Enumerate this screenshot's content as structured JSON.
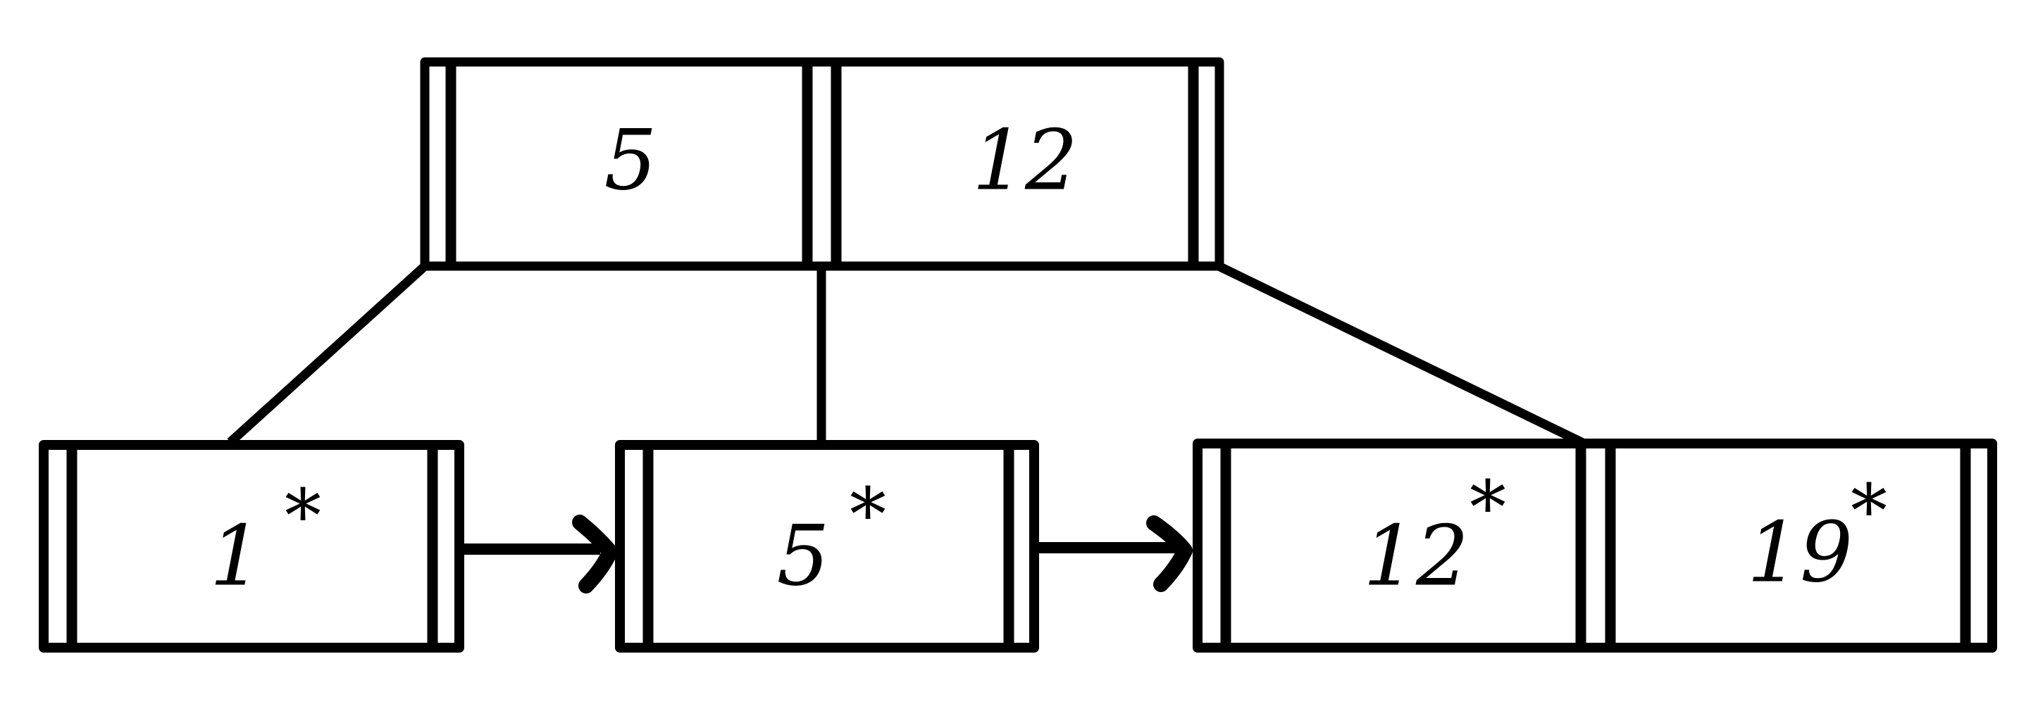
{
  "diagram": {
    "title": "B+ tree of order 3 with leaf sibling pointers",
    "type": "b-plus-tree",
    "background_color": "#ffffff",
    "ink_color": "#000000",
    "stroke_width": 11,
    "root": {
      "name": "root-node",
      "kind": "internal",
      "keys": [
        "5",
        "12"
      ],
      "pointer_slots": 3
    },
    "leaves": [
      {
        "name": "leaf-node-1",
        "kind": "leaf",
        "entries": [
          "1"
        ],
        "markers": [
          "*"
        ],
        "display": [
          "1 *"
        ]
      },
      {
        "name": "leaf-node-2",
        "kind": "leaf",
        "entries": [
          "5"
        ],
        "markers": [
          "*"
        ],
        "display": [
          "5*"
        ]
      },
      {
        "name": "leaf-node-3",
        "kind": "leaf",
        "entries": [
          "12",
          "19"
        ],
        "markers": [
          "*",
          "*"
        ],
        "display": [
          "12*",
          "19*"
        ]
      }
    ],
    "edges": [
      {
        "name": "root-to-leaf-1",
        "from": "root-node",
        "to": "leaf-node-1",
        "style": "diagonal"
      },
      {
        "name": "root-to-leaf-2",
        "from": "root-node",
        "to": "leaf-node-2",
        "style": "vertical"
      },
      {
        "name": "root-to-leaf-3",
        "from": "root-node",
        "to": "leaf-node-3",
        "style": "diagonal"
      }
    ],
    "sibling_arrows": [
      {
        "name": "leaf-1-to-leaf-2-arrow",
        "from": "leaf-node-1",
        "to": "leaf-node-2",
        "glyph": "arrow-right"
      },
      {
        "name": "leaf-2-to-leaf-3-arrow",
        "from": "leaf-node-2",
        "to": "leaf-node-3",
        "glyph": "arrow-right"
      }
    ]
  },
  "labels": {
    "root_key_1": "5",
    "root_key_2": "12",
    "leaf1_cell1": "1",
    "leaf1_star1": "*",
    "leaf2_cell1": "5",
    "leaf2_star1": "*",
    "leaf3_cell1": "12",
    "leaf3_star1": "*",
    "leaf3_cell2": "19",
    "leaf3_star2": "*"
  }
}
